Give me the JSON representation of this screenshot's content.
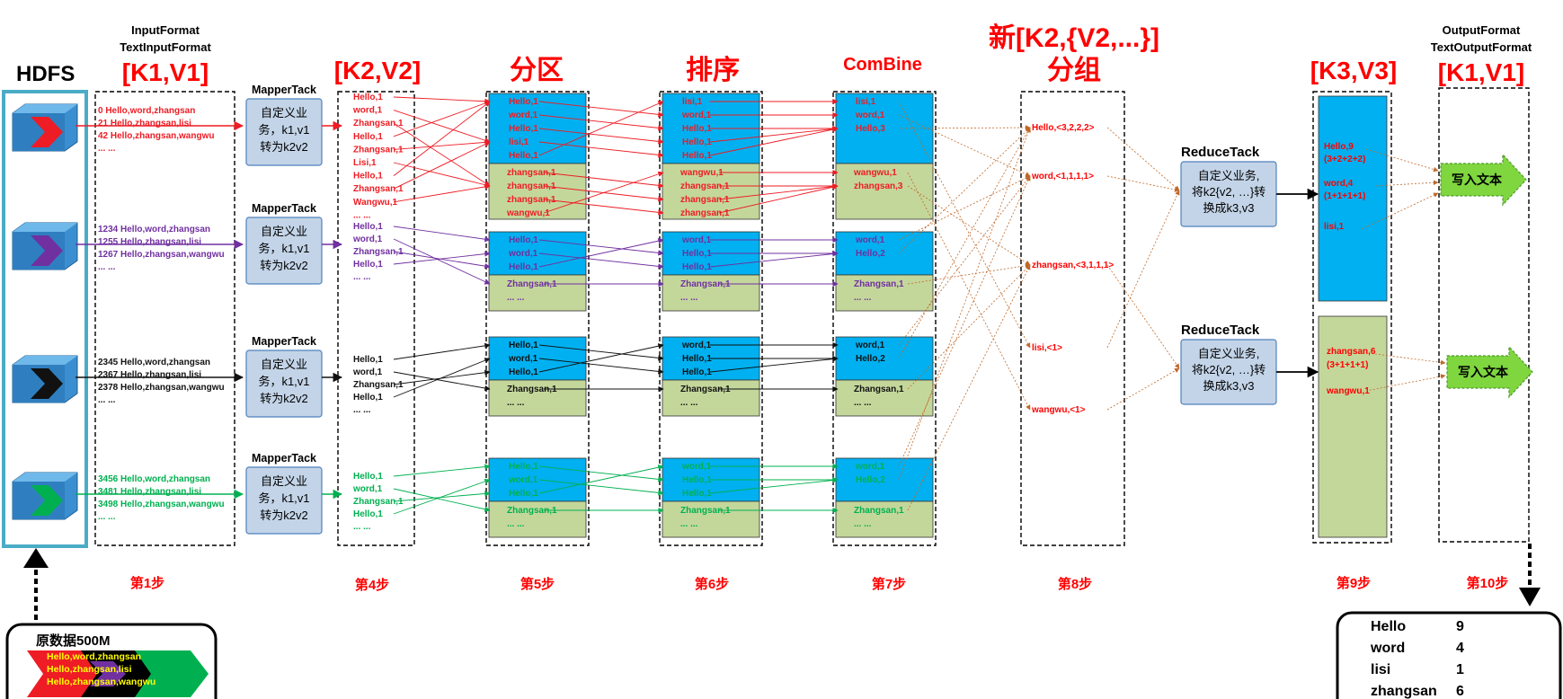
{
  "headers": {
    "hdfs": "HDFS",
    "input_format": "InputFormat",
    "text_input_format": "TextInputFormat",
    "k1v1": "[K1,V1]",
    "k2v2": "[K2,V2]",
    "partition": "分区",
    "sort": "排序",
    "combine": "ComBine",
    "group_line1": "新[K2,{V2,...}]",
    "group_line2": "分组",
    "k3v3": "[K3,V3]",
    "output_format": "OutputFormat",
    "text_output_format": "TextOutputFormat",
    "k1v1_out": "[K1,V1]"
  },
  "steps": [
    "第1步",
    "第4步",
    "第5步",
    "第6步",
    "第7步",
    "第8步",
    "第9步",
    "第10步"
  ],
  "colors": {
    "lane_red": "#ee1c24",
    "lane_purple": "#7030a0",
    "lane_black": "#111111",
    "lane_green": "#00b050",
    "cyan_box": "#00b0f0",
    "olive_box": "#c4d79b",
    "grey_box": "#c3d4e8",
    "group_arrow": "#c0692a",
    "write_arrow": "#7fd63f"
  },
  "lanes": [
    {
      "color_key": "lane_red",
      "input": [
        "0   Hello,word,zhangsan",
        "21  Hello,zhangsan,lisi",
        "42  Hello,zhangsan,wangwu",
        "... ..."
      ],
      "mapper_title": "MapperTack",
      "mapper_body": [
        "自定义业",
        "务，k1,v1",
        "转为k2v2"
      ],
      "k2v2": [
        "Hello,1",
        "word,1",
        "Zhangsan,1",
        "Hello,1",
        "Zhangsan,1",
        "Lisi,1",
        "Hello,1",
        "Zhangsan,1",
        "Wangwu,1",
        "... ..."
      ],
      "partition_top": [
        "Hello,1",
        "word,1",
        "Hello,1",
        "lisi,1",
        "Hello,1"
      ],
      "partition_bottom": [
        "zhangsan,1",
        "zhangsan,1",
        "zhangsan,1",
        "wangwu,1"
      ],
      "sort_top": [
        "lisi,1",
        "word,1",
        "Hello,1",
        "Hello,1",
        "Hello,1"
      ],
      "sort_bottom": [
        "wangwu,1",
        "zhangsan,1",
        "zhangsan,1",
        "zhangsan,1"
      ],
      "combine_top": [
        "lisi,1",
        "word,1",
        "Hello,3"
      ],
      "combine_bottom": [
        "wangwu,1",
        "zhangsan,3"
      ]
    },
    {
      "color_key": "lane_purple",
      "input": [
        "1234  Hello,word,zhangsan",
        "1255  Hello,zhangsan,lisi",
        "1267  Hello,zhangsan,wangwu",
        "... ..."
      ],
      "mapper_title": "MapperTack",
      "mapper_body": [
        "自定义业",
        "务，k1,v1",
        "转为k2v2"
      ],
      "k2v2": [
        "Hello,1",
        "word,1",
        "Zhangsan,1",
        "Hello,1",
        "... ..."
      ],
      "partition_top": [
        "Hello,1",
        "word,1",
        "Hello,1"
      ],
      "partition_bottom": [
        "Zhangsan,1",
        "... ..."
      ],
      "sort_top": [
        "word,1",
        "Hello,1",
        "Hello,1"
      ],
      "sort_bottom": [
        "Zhangsan,1",
        "... ..."
      ],
      "combine_top": [
        "word,1",
        "Hello,2"
      ],
      "combine_bottom": [
        "Zhangsan,1",
        "... ..."
      ]
    },
    {
      "color_key": "lane_black",
      "input": [
        "2345  Hello,word,zhangsan",
        "2367  Hello,zhangsan,lisi",
        "2378  Hello,zhangsan,wangwu",
        "... ..."
      ],
      "mapper_title": "MapperTack",
      "mapper_body": [
        "自定义业",
        "务，k1,v1",
        "转为k2v2"
      ],
      "k2v2": [
        "Hello,1",
        "word,1",
        "Zhangsan,1",
        "Hello,1",
        "... ..."
      ],
      "partition_top": [
        "Hello,1",
        "word,1",
        "Hello,1"
      ],
      "partition_bottom": [
        "Zhangsan,1",
        "... ..."
      ],
      "sort_top": [
        "word,1",
        "Hello,1",
        "Hello,1"
      ],
      "sort_bottom": [
        "Zhangsan,1",
        "... ..."
      ],
      "combine_top": [
        "word,1",
        "Hello,2"
      ],
      "combine_bottom": [
        "Zhangsan,1",
        "... ..."
      ]
    },
    {
      "color_key": "lane_green",
      "input": [
        "3456  Hello,word,zhangsan",
        "3481  Hello,zhangsan,lisi",
        "3498  Hello,zhangsan,wangwu",
        "... ..."
      ],
      "mapper_title": "MapperTack",
      "mapper_body": [
        "自定义业",
        "务，k1,v1",
        "转为k2v2"
      ],
      "k2v2": [
        "Hello,1",
        "word,1",
        "Zhangsan,1",
        "Hello,1",
        "... ..."
      ],
      "partition_top": [
        "Hello,1",
        "word,1",
        "Hello,1"
      ],
      "partition_bottom": [
        "Zhangsan,1",
        "... ..."
      ],
      "sort_top": [
        "word,1",
        "Hello,1",
        "Hello,1"
      ],
      "sort_bottom": [
        "Zhangsan,1",
        "... ..."
      ],
      "combine_top": [
        "word,1",
        "Hello,2"
      ],
      "combine_bottom": [
        "Zhangsan,1",
        "... ..."
      ]
    }
  ],
  "groups": [
    "Hello,<3,2,2,2>",
    "word,<1,1,1,1>",
    "zhangsan,<3,1,1,1>",
    "lisi,<1>",
    "wangwu,<1>"
  ],
  "reducers": [
    {
      "title": "ReduceTack",
      "body": [
        "自定义业务,",
        "将k2{v2, …}转",
        "换成k3,v3"
      ]
    },
    {
      "title": "ReduceTack",
      "body": [
        "自定义业务,",
        "将k2{v2, …}转",
        "换成k3,v3"
      ]
    }
  ],
  "results_top": [
    "Hello,9",
    "(3+2+2+2)",
    "word,4",
    "(1+1+1+1)",
    "lisi,1"
  ],
  "results_bottom": [
    "zhangsan,6",
    "(3+1+1+1)",
    "wangwu,1"
  ],
  "write_label": "写入文本",
  "source": {
    "title": "原数据500M",
    "lines": [
      "Hello,word,zhangsan",
      "Hello,zhangsan,lisi",
      "Hello,zhangsan,wangwu"
    ]
  },
  "final_output": [
    {
      "key": "Hello",
      "value": "9"
    },
    {
      "key": "word",
      "value": "4"
    },
    {
      "key": "lisi",
      "value": "1"
    },
    {
      "key": "zhangsan",
      "value": "6"
    }
  ]
}
